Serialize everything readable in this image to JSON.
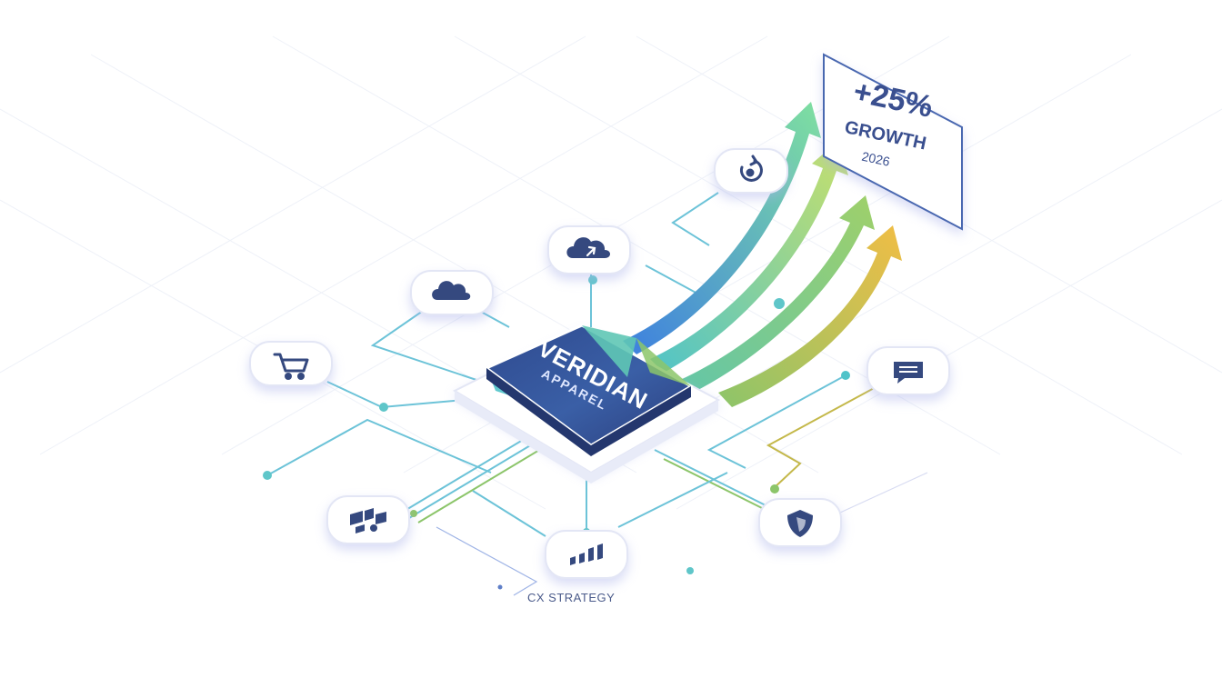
{
  "hub": {
    "brand_line1": "VERIDIAN",
    "brand_line2": "APPAREL"
  },
  "growth_card": {
    "headline": "+25%",
    "label": "GROWTH",
    "year": "2026"
  },
  "caption": {
    "text": "CX STRATEGY"
  },
  "nodes": [
    {
      "icon": "shopping-cart-icon"
    },
    {
      "icon": "cloud-data-icon"
    },
    {
      "icon": "cloud-upload-icon"
    },
    {
      "icon": "refresh-cycle-icon"
    },
    {
      "icon": "chat-message-icon"
    },
    {
      "icon": "shield-icon"
    },
    {
      "icon": "bar-chart-icon"
    },
    {
      "icon": "layout-blocks-icon"
    }
  ],
  "colors": {
    "navy": "#2f4a8f",
    "teal": "#4fc3c9",
    "green": "#8cc56a",
    "gold": "#e9b84a",
    "blue": "#3d7fe0",
    "line": "#6cc3d8",
    "tile": "#ffffff",
    "tile_shadow": "#b9bfee"
  }
}
